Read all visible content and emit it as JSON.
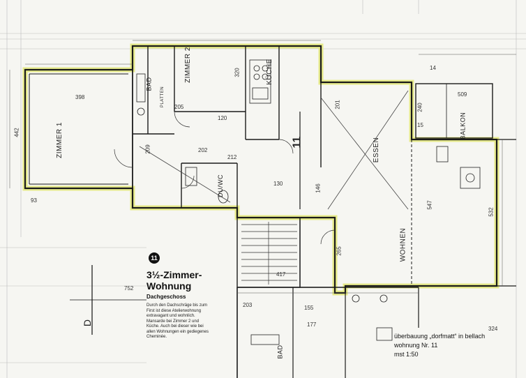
{
  "plan": {
    "apartment_number": "11",
    "title_line1": "3½-Zimmer-",
    "title_line2": "Wohnung",
    "subtitle": "Dachgeschoss",
    "description": "Durch den Dachschräge bis zum First ist diese Atelierwohnung extravagant und wohnlich. Mansarde bei Zimmer 2 und Küche. Auch bei dieser wie bei allen Wohnungen ein gediegenes Cheminée.",
    "project_line1": "überbauung „dorfmatt“ in bellach",
    "project_line2": "wohnung Nr. 11",
    "scale": "mst 1:50",
    "section_mark": "D",
    "big_number": "11"
  },
  "rooms": {
    "zimmer1": "ZIMMER 1",
    "zimmer2": "ZIMMER 2",
    "kueche": "KÜCHE",
    "bad_top": "BAD",
    "essen": "ESSEN",
    "wohnen": "WOHNEN",
    "balkon": "BALKON",
    "duwc": "DU/WC",
    "bad_bottom": "BAD",
    "platten": "PLATTEN"
  },
  "dimensions": {
    "d1": "398",
    "d2": "442",
    "d3": "93",
    "d4": "320",
    "d5": "209",
    "d6": "205",
    "d7": "120",
    "d8": "202",
    "d9": "212",
    "d10": "130",
    "d11": "547",
    "d12": "532",
    "d13": "324",
    "d14": "155",
    "d15": "177",
    "d16": "203",
    "d17": "201",
    "d18": "240",
    "d19": "509",
    "d20": "14",
    "d21": "15",
    "d22": "752",
    "d23": "417",
    "d24": "265",
    "d25": "146"
  },
  "colors": {
    "outline": "#e6ea8a",
    "wall": "#1a1a1a",
    "paper": "#f6f6f2"
  }
}
